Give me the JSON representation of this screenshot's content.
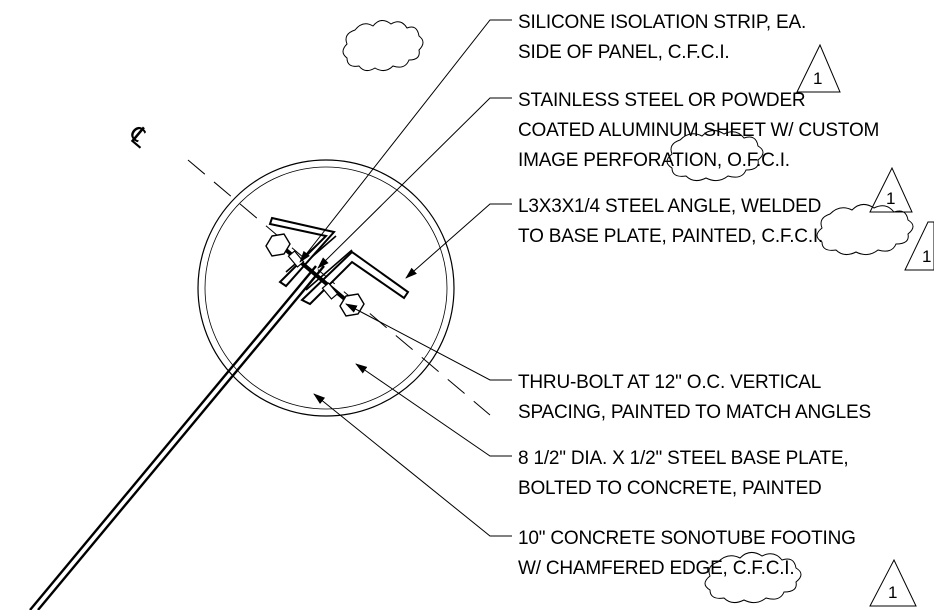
{
  "centerline_symbol": "℄",
  "revision_mark": "1",
  "callouts": [
    {
      "line1": "SILICONE ISOLATION STRIP, EA.",
      "line2": "SIDE OF PANEL, C.F.C.I."
    },
    {
      "line1": "STAINLESS STEEL OR POWDER",
      "line2": "COATED ALUMINUM SHEET W/ CUSTOM",
      "line3": "IMAGE PERFORATION, O.F.C.I."
    },
    {
      "line1": "L3X3X1/4 STEEL ANGLE, WELDED",
      "line2": "TO BASE PLATE, PAINTED, C.F.C.I."
    },
    {
      "line1": "THRU-BOLT AT 12\" O.C. VERTICAL",
      "line2": "SPACING, PAINTED TO MATCH ANGLES"
    },
    {
      "line1": "8 1/2\" DIA. X 1/2\" STEEL BASE PLATE,",
      "line2": "BOLTED TO CONCRETE, PAINTED"
    },
    {
      "line1": "10\" CONCRETE SONOTUBE FOOTING",
      "line2": "W/ CHAMFERED EDGE, C.F.C.I."
    }
  ]
}
